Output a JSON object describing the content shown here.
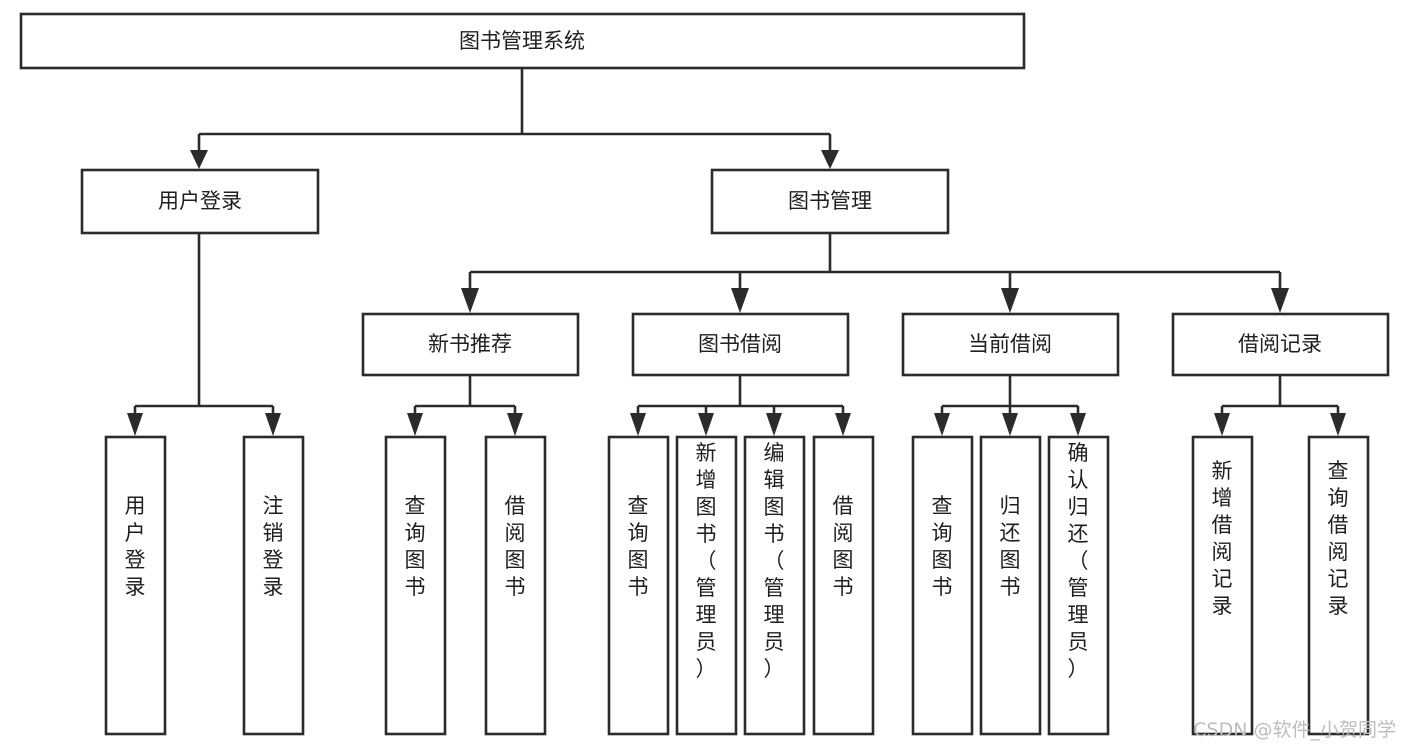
{
  "diagram": {
    "type": "tree-hierarchy-chart",
    "title": "图书管理系统",
    "watermark": "CSDN @软件_小贺同学",
    "colors": {
      "box_stroke": "#2b2b2b",
      "box_fill": "#ffffff",
      "text": "#1f1f1f",
      "background": "#ffffff",
      "watermark": "#bdbdbd"
    },
    "levels": {
      "root": {
        "label": "图书管理系统"
      },
      "level2": [
        {
          "id": "user-login",
          "label": "用户登录"
        },
        {
          "id": "book-management",
          "label": "图书管理"
        }
      ],
      "level3": [
        {
          "id": "new-book-recommend",
          "label": "新书推荐",
          "parent": "book-management"
        },
        {
          "id": "book-borrow",
          "label": "图书借阅",
          "parent": "book-management"
        },
        {
          "id": "current-borrow",
          "label": "当前借阅",
          "parent": "book-management"
        },
        {
          "id": "borrow-record",
          "label": "借阅记录",
          "parent": "book-management"
        }
      ],
      "leaves": {
        "user-login": [
          {
            "id": "leaf-user-login",
            "label": "用户登录"
          },
          {
            "id": "leaf-logout",
            "label": "注销登录"
          }
        ],
        "new-book-recommend": [
          {
            "id": "leaf-query-book-1",
            "label": "查询图书"
          },
          {
            "id": "leaf-borrow-book-1",
            "label": "借阅图书"
          }
        ],
        "book-borrow": [
          {
            "id": "leaf-query-book-2",
            "label": "查询图书"
          },
          {
            "id": "leaf-add-book",
            "label": "新增图书（管理员）"
          },
          {
            "id": "leaf-edit-book",
            "label": "编辑图书（管理员）"
          },
          {
            "id": "leaf-borrow-book-2",
            "label": "借阅图书"
          }
        ],
        "current-borrow": [
          {
            "id": "leaf-query-book-3",
            "label": "查询图书"
          },
          {
            "id": "leaf-return-book",
            "label": "归还图书"
          },
          {
            "id": "leaf-confirm-return",
            "label": "确认归还（管理员）"
          }
        ],
        "borrow-record": [
          {
            "id": "leaf-add-record",
            "label": "新增借阅记录"
          },
          {
            "id": "leaf-query-record",
            "label": "查询借阅记录"
          }
        ]
      }
    }
  }
}
